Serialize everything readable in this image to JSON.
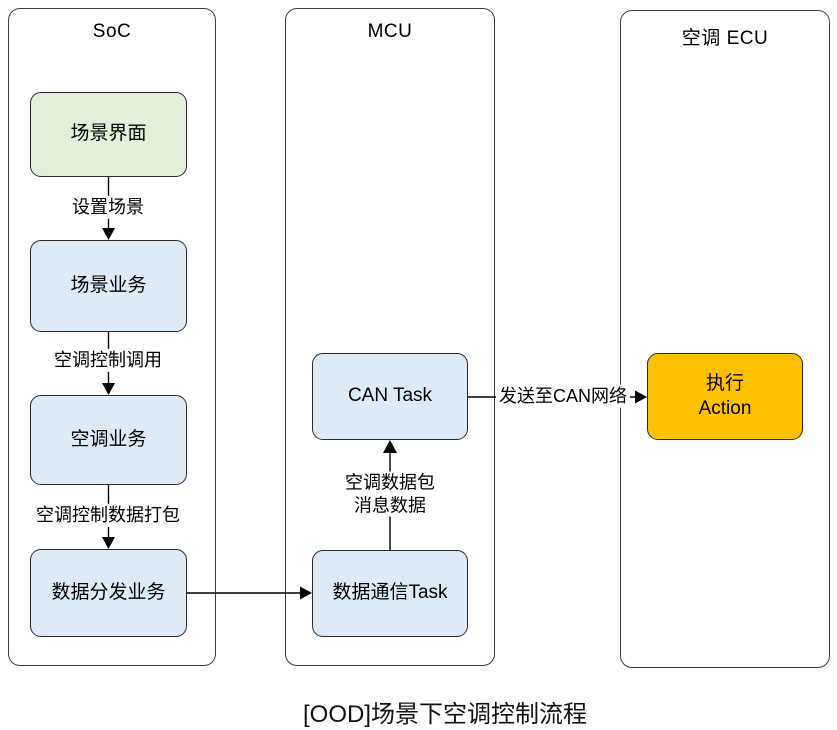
{
  "diagram": {
    "caption": "[OOD]场景下空调控制流程",
    "colors": {
      "node_green": "#e2efda",
      "node_blue": "#deebf7",
      "node_orange": "#ffc000",
      "border": "#2b2b2b",
      "line": "#000000",
      "background": "#ffffff"
    },
    "lanes": [
      {
        "title": "SoC"
      },
      {
        "title": "MCU"
      },
      {
        "title": "空调 ECU"
      }
    ],
    "nodes": {
      "scene_ui": {
        "label": "场景界面"
      },
      "scene_service": {
        "label": "场景业务"
      },
      "ac_service": {
        "label": "空调业务"
      },
      "data_dispatch": {
        "label": "数据分发业务"
      },
      "can_task": {
        "label": "CAN Task"
      },
      "data_comm_task": {
        "label": "数据通信Task"
      },
      "exec_action": {
        "label": "执行\nAction"
      }
    },
    "edges": {
      "set_scene": {
        "label": "设置场景"
      },
      "ac_control_call": {
        "label": "空调控制调用"
      },
      "ac_data_pack": {
        "label": "空调控制数据打包"
      },
      "ac_packet_msg": {
        "label": "空调数据包\n消息数据"
      },
      "send_to_can": {
        "label": "发送至CAN网络"
      }
    }
  }
}
